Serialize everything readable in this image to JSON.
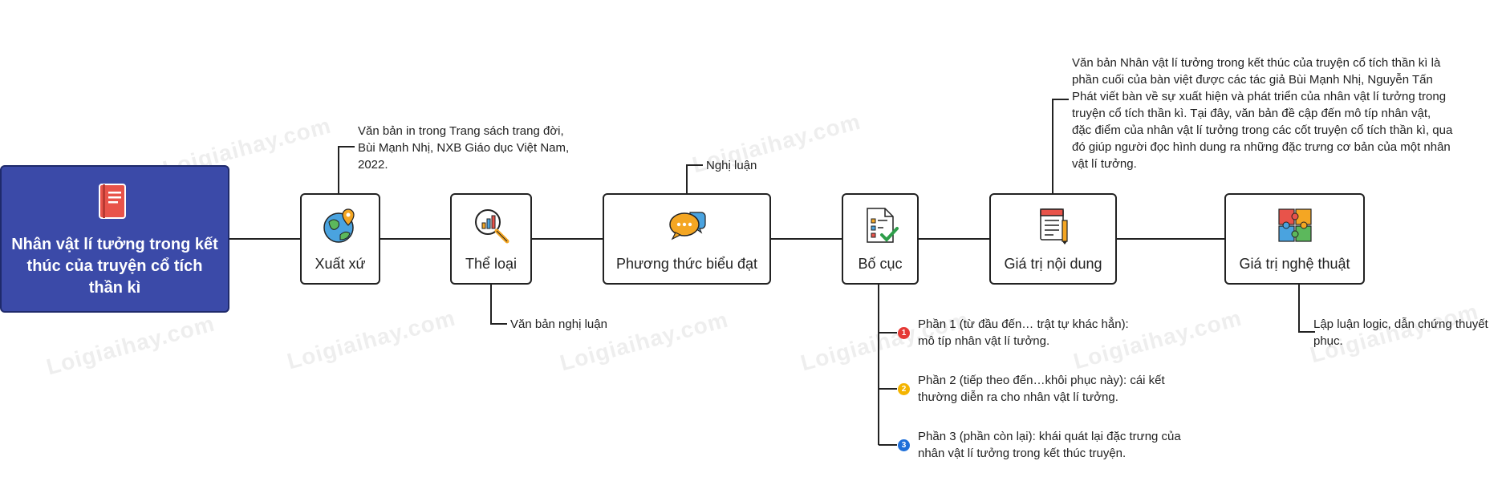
{
  "root": {
    "title": "Nhân vật lí tưởng trong kết thúc của truyện cổ tích thần kì",
    "icon": "book-icon"
  },
  "watermark": "Loigiaihay.com",
  "nodes": [
    {
      "id": "xuat-xu",
      "label": "Xuất xứ",
      "icon": "globe-pin-icon"
    },
    {
      "id": "the-loai",
      "label": "Thể loại",
      "icon": "magnifier-chart-icon"
    },
    {
      "id": "phuong-thuc",
      "label": "Phương thức biểu đạt",
      "icon": "speech-bubbles-icon"
    },
    {
      "id": "bo-cuc",
      "label": "Bố cục",
      "icon": "checklist-icon"
    },
    {
      "id": "gia-tri-noi-dung",
      "label": "Giá trị nội dung",
      "icon": "document-icon"
    },
    {
      "id": "gia-tri-nghe-thuat",
      "label": "Giá trị nghệ thuật",
      "icon": "puzzle-icon"
    }
  ],
  "notes": {
    "xuat_xu": "Văn bản in trong Trang sách trang đời, Bùi Mạnh Nhị, NXB Giáo dục Việt Nam, 2022.",
    "the_loai": "Văn bản nghị luận",
    "phuong_thuc": "Nghị luận",
    "gia_tri_noi_dung": "Văn bản Nhân vật lí tưởng trong kết thúc của truyện cổ tích thần kì là phần cuối của bàn việt được các tác giả Bùi Mạnh Nhị, Nguyễn Tấn Phát viết bàn về sự xuất hiện và phát triển của nhân vật lí tưởng trong truyện cổ tích thần kì. Tại đây, văn bản đề cập đến mô típ nhân vật, đặc điểm của nhân vật lí tưởng trong các cốt truyện cổ tích thần kì, qua đó giúp người đọc hình dung ra những đặc trưng cơ bản của một nhân vật lí tưởng.",
    "gia_tri_nghe_thuat": "Lập luận logic, dẫn chứng thuyết phục."
  },
  "bo_cuc_parts": [
    {
      "badge": "1",
      "color": "#e53935",
      "text": "Phần 1 (từ đầu đến… trật tự khác hẳn): mô típ nhân vật lí tưởng."
    },
    {
      "badge": "2",
      "color": "#f4b400",
      "text": "Phần 2 (tiếp theo đến…khôi phục này): cái kết thường diễn ra cho nhân vật lí tưởng."
    },
    {
      "badge": "3",
      "color": "#1e6fd9",
      "text": "Phần 3 (phần còn lại): khái quát lại đặc trưng của nhân vật lí tưởng trong kết thúc truyện."
    }
  ],
  "colors": {
    "root_fill": "#3b4aa8",
    "line": "#222222"
  }
}
